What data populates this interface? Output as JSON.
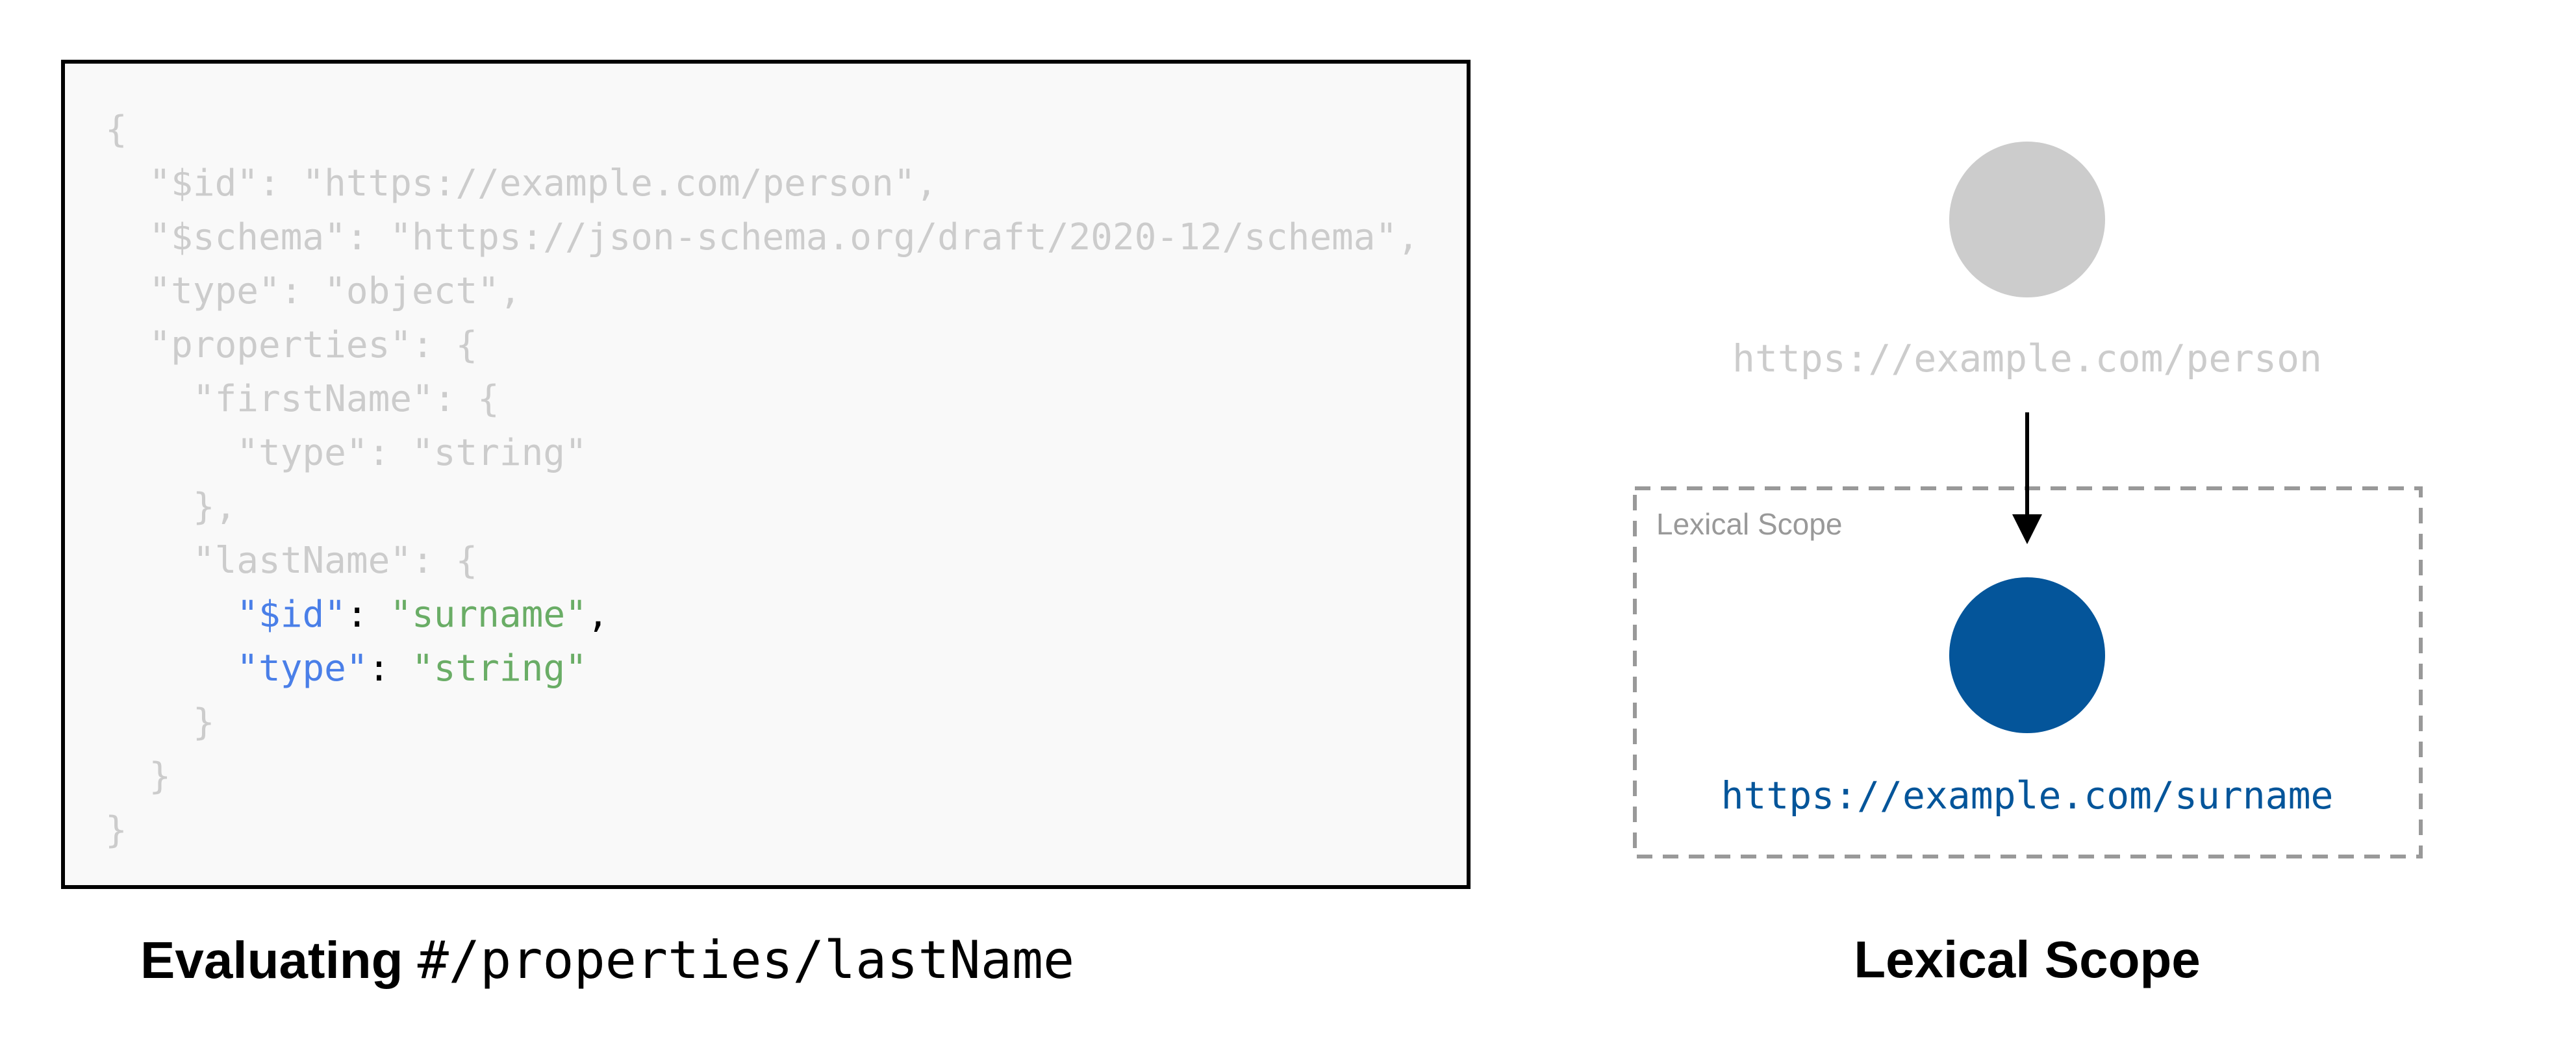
{
  "code": {
    "lines": [
      [
        {
          "t": "{",
          "c": "#cccccc"
        }
      ],
      [
        {
          "t": "  \"$id\": \"https://example.com/person\",",
          "c": "#cccccc"
        }
      ],
      [
        {
          "t": "  \"$schema\": \"https://json-schema.org/draft/2020-12/schema\",",
          "c": "#cccccc"
        }
      ],
      [
        {
          "t": "  \"type\": \"object\",",
          "c": "#cccccc"
        }
      ],
      [
        {
          "t": "  \"properties\": {",
          "c": "#cccccc"
        }
      ],
      [
        {
          "t": "    \"firstName\": {",
          "c": "#cccccc"
        }
      ],
      [
        {
          "t": "      \"type\": \"string\"",
          "c": "#cccccc"
        }
      ],
      [
        {
          "t": "    },",
          "c": "#cccccc"
        }
      ],
      [
        {
          "t": "    \"lastName\": {",
          "c": "#cccccc"
        }
      ],
      [
        {
          "t": "      ",
          "c": "#cccccc"
        },
        {
          "t": "\"$id\"",
          "c": "#4a7fe8"
        },
        {
          "t": ": ",
          "c": "#000000"
        },
        {
          "t": "\"surname\"",
          "c": "#6aad66"
        },
        {
          "t": ",",
          "c": "#000000"
        }
      ],
      [
        {
          "t": "      ",
          "c": "#cccccc"
        },
        {
          "t": "\"type\"",
          "c": "#4a7fe8"
        },
        {
          "t": ": ",
          "c": "#000000"
        },
        {
          "t": "\"string\"",
          "c": "#6aad66"
        }
      ],
      [
        {
          "t": "    }",
          "c": "#cccccc"
        }
      ],
      [
        {
          "t": "  }",
          "c": "#cccccc"
        }
      ],
      [
        {
          "t": "}",
          "c": "#cccccc"
        }
      ]
    ]
  },
  "left_caption": {
    "bold": "Evaluating ",
    "pointer": "#/properties/lastName"
  },
  "diagram": {
    "parent_url": "https://example.com/person",
    "scope_label": "Lexical Scope",
    "child_url": "https://example.com/surname",
    "caption": "Lexical Scope",
    "colors": {
      "parent": "#cccccc",
      "child": "#04559a",
      "scope_border": "#999999",
      "arrow": "#000000"
    }
  }
}
